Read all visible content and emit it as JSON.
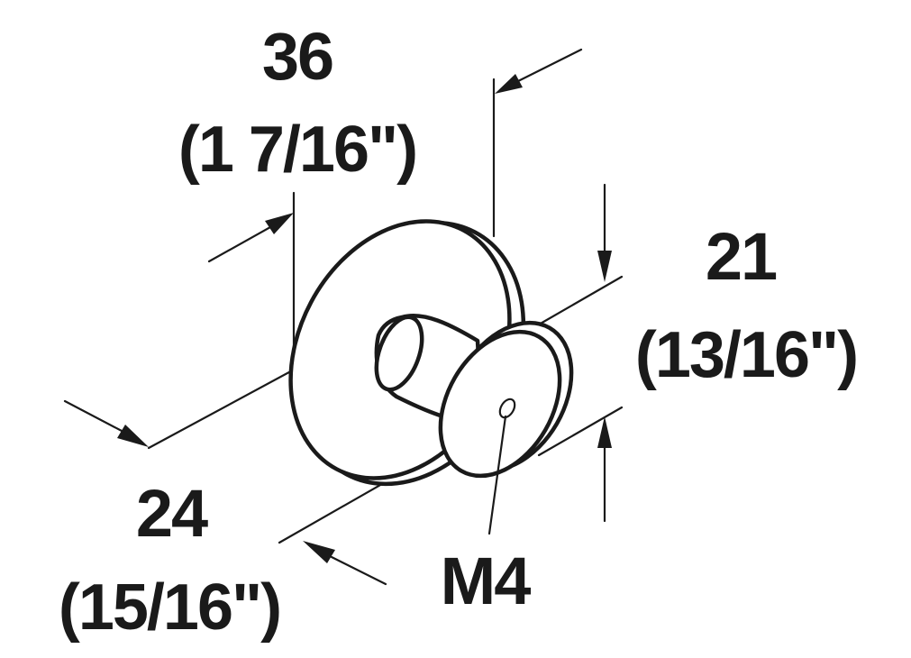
{
  "dimensions": {
    "width": {
      "value": "36",
      "imperial": "(1 7/16\")"
    },
    "height": {
      "value": "21",
      "imperial": "(13/16\")"
    },
    "depth": {
      "value": "24",
      "imperial": "(15/16\")"
    },
    "thread": {
      "value": "M4"
    }
  },
  "colors": {
    "ink": "#1a1a1a",
    "background": "#ffffff"
  }
}
